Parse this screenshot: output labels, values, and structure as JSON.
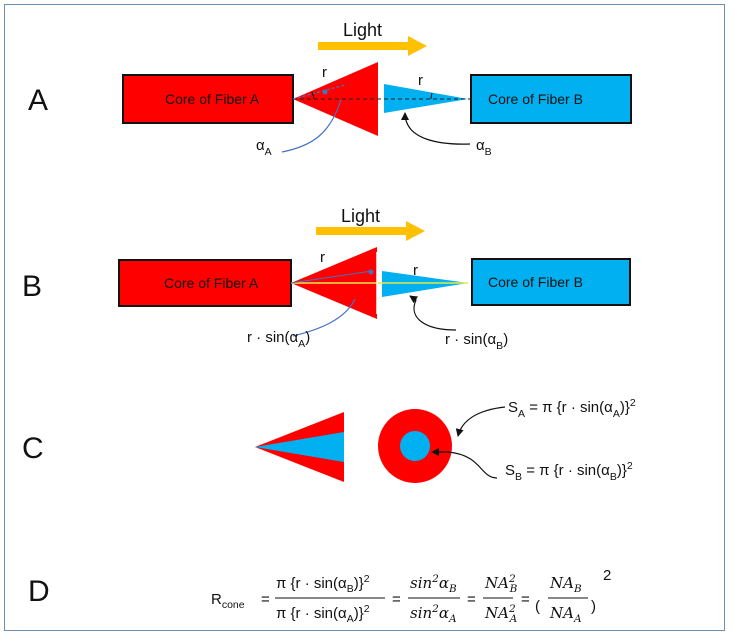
{
  "colors": {
    "fiber_a": "#ff0000",
    "fiber_b": "#00b0f0",
    "arrow": "#ffc000",
    "frame": "#6f8fb5"
  },
  "panels": {
    "a": {
      "label": "A",
      "light": "Light",
      "fiber_a": "Core of Fiber A",
      "fiber_b": "Core of Fiber B",
      "r_a": "r",
      "r_b": "r",
      "alpha_a": "α",
      "alpha_a_sub": "A",
      "alpha_b": "α",
      "alpha_b_sub": "B"
    },
    "b": {
      "label": "B",
      "light": "Light",
      "fiber_a": "Core of Fiber A",
      "fiber_b": "Core of Fiber B",
      "r_a": "r",
      "r_b": "r",
      "rsin_a_pre": "r · sin(α",
      "rsin_a_sub": "A",
      "rsin_a_post": ")",
      "rsin_b_pre": "r · sin(α",
      "rsin_b_sub": "B",
      "rsin_b_post": ")"
    },
    "c": {
      "label": "C",
      "sa_s": "S",
      "sa_sub": "A",
      "sa_mid": " = π {r · sin(α",
      "sa_sub2": "A",
      "sa_end": ")}",
      "sa_exp": "2",
      "sb_s": "S",
      "sb_sub": "B",
      "sb_mid": " = π {r · sin(α",
      "sb_sub2": "B",
      "sb_end": ")}",
      "sb_exp": "2"
    },
    "d": {
      "label": "D",
      "r": "R",
      "r_sub": "cone",
      "eq": "=",
      "num1_pre": "π {r · sin(α",
      "num1_sub": "B",
      "num1_post": ")}",
      "num1_exp": "2",
      "den1_pre": "π {r · sin(α",
      "den1_sub": "A",
      "den1_post": ")}",
      "den1_exp": "2",
      "num2_pre": "sin",
      "num2_exp": "2",
      "num2_var": "α",
      "num2_sub": "B",
      "den2_pre": "sin",
      "den2_exp": "2",
      "den2_var": "α",
      "den2_sub": "A",
      "num3": "NA",
      "num3_exp": "2",
      "num3_sub": "B",
      "den3": "NA",
      "den3_exp": "2",
      "den3_sub": "A",
      "num4": "NA",
      "num4_sub": "B",
      "den4": "NA",
      "den4_sub": "A",
      "paren_open": "(",
      "paren_close": ")",
      "outer_exp": "2"
    }
  }
}
